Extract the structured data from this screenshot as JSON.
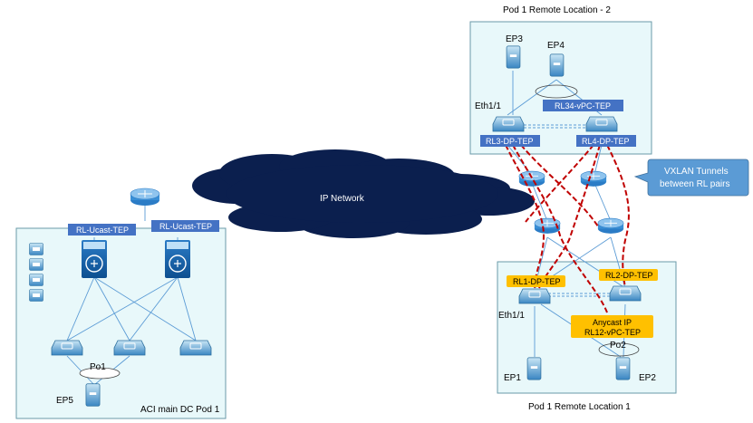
{
  "titles": {
    "rl2": "Pod 1 Remote Location - 2",
    "rl1": "Pod 1 Remote Location 1",
    "main": "ACI main DC Pod 1"
  },
  "cloud_label": "IP Network",
  "callout": {
    "line1": "VXLAN Tunnels",
    "line2": "between RL pairs"
  },
  "tags": {
    "rl34_vpc": "RL34-vPC-TEP",
    "rl3_dp": "RL3-DP-TEP",
    "rl4_dp": "RL4-DP-TEP",
    "rl_ucast_1": "RL-Ucast-TEP",
    "rl_ucast_2": "RL-Ucast-TEP",
    "rl1_dp": "RL1-DP-TEP",
    "rl2_dp": "RL2-DP-TEP",
    "anycast_1": "Anycast IP",
    "anycast_2": "RL12-vPC-TEP"
  },
  "endpoints": {
    "ep1": "EP1",
    "ep2": "EP2",
    "ep3": "EP3",
    "ep4": "EP4",
    "ep5": "EP5"
  },
  "ports": {
    "eth_top": "Eth1/1",
    "eth_bottom": "Eth1/1",
    "po1": "Po1",
    "po2": "Po2"
  },
  "colors": {
    "box_fill": "#e8f8fa",
    "box_stroke": "#6a9aa8",
    "cloud": "#0b1f4e",
    "tag_blue": "#4472c4",
    "tag_orange": "#ffc000",
    "callout": "#5b9bd5",
    "tunnel": "#c00000",
    "link": "#5b9bd5"
  }
}
